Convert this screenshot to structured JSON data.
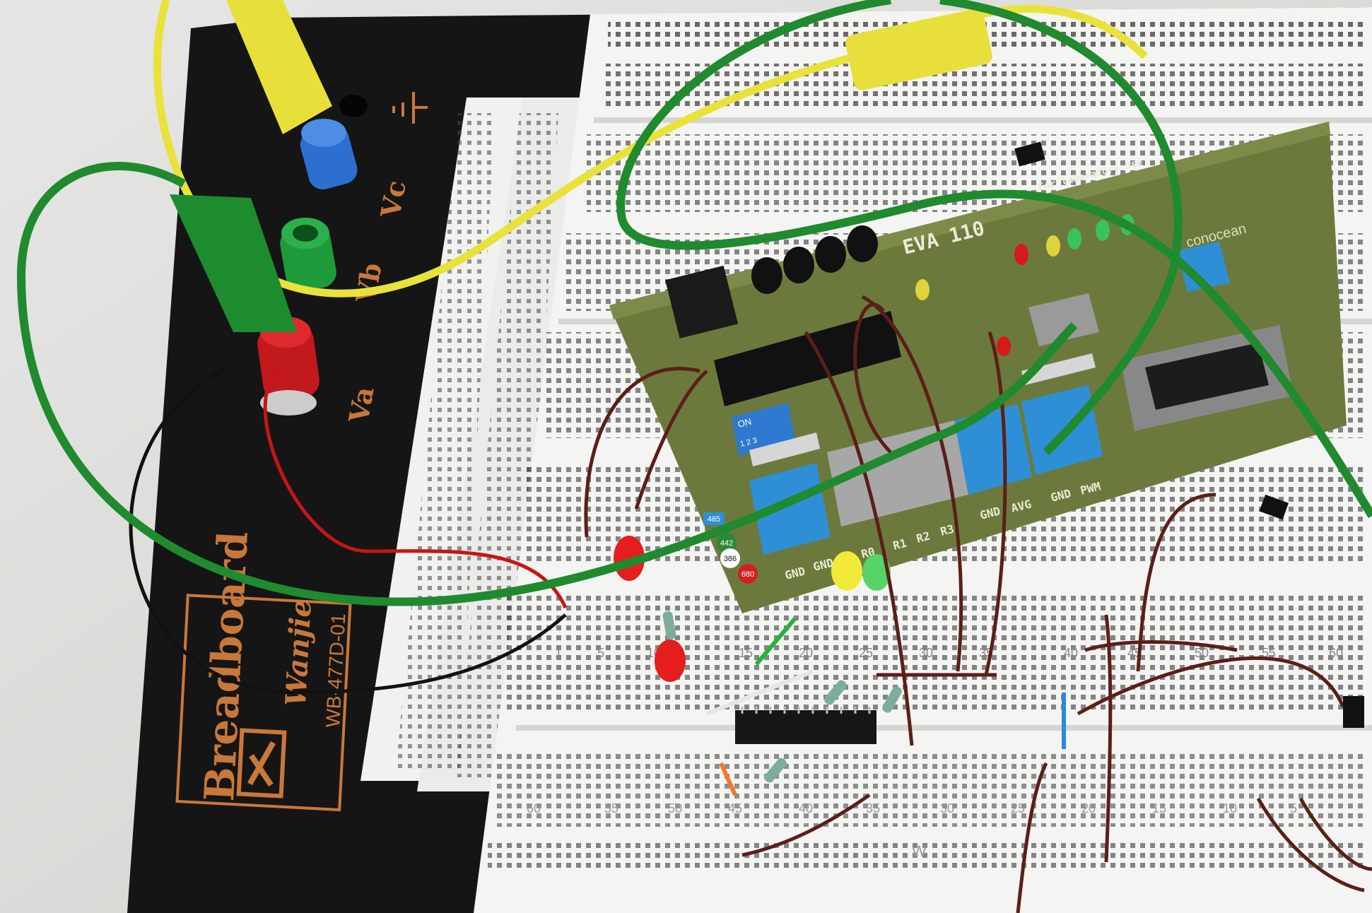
{
  "base": {
    "brand": "Breadboard",
    "maker": "Wanjie",
    "model": "WB-477D-01",
    "terminals": {
      "va": "Va",
      "vb": "Vb",
      "vc": "Vc"
    }
  },
  "module": {
    "name": "EVA 110",
    "note": "For laboratory use",
    "brand": "conocean",
    "dip_switch": "ON",
    "dip_numbers": "1 2 3",
    "terminal_labels": [
      "GND",
      "GND",
      "R0",
      "R1",
      "R2",
      "R3",
      "GND",
      "AVG",
      "GND",
      "PWM"
    ],
    "stickers": [
      "442",
      "386",
      "680",
      "485"
    ]
  },
  "breadboard": {
    "column_numbers_upper": [
      "1",
      "5",
      "10",
      "15",
      "20",
      "25",
      "30",
      "35",
      "40",
      "45",
      "50",
      "55",
      "60"
    ],
    "column_numbers_lower": [
      "60",
      "55",
      "50",
      "45",
      "40",
      "35",
      "30",
      "25",
      "20",
      "15",
      "10",
      "5"
    ],
    "row_letter": "W"
  },
  "colors": {
    "board_black": "#151515",
    "breadboard": "#f4f4f2",
    "pcb": "#6b7a3c",
    "green_lead": "#1f8a2e",
    "yellow_lead": "#e9e23a",
    "brand_orange": "#c8783a",
    "terminal_blue": "#2f8fd6",
    "wire_brown": "#5a1f18"
  }
}
